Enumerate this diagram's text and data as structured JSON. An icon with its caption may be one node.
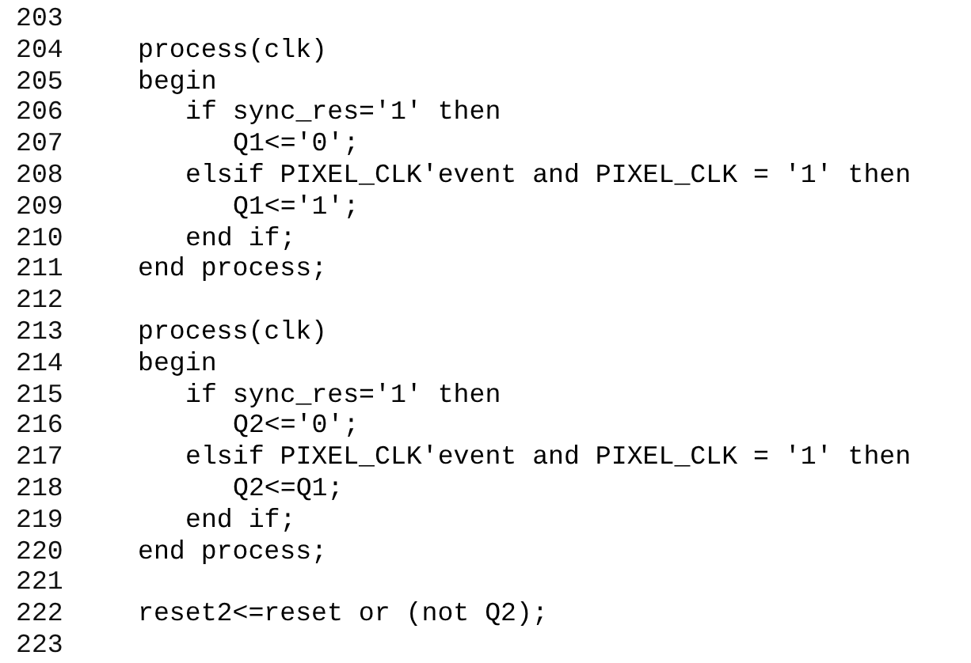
{
  "diagram": {
    "labels": [
      "203",
      "204",
      "process(clk)",
      "205",
      "begin",
      "206",
      "if sync_res='1' then",
      "207",
      "Q1<='0';",
      "208",
      "elsif PIXEL_CLK'event and PIXEL_CLK = '1' then",
      "209",
      "Q1<='1';",
      "210",
      "end if;",
      "211",
      "end process;",
      "212",
      "213",
      "process(clk)",
      "214",
      "begin",
      "215",
      "if sync_res='1' then",
      "216",
      "Q2<='0';",
      "217",
      "elsif PIXEL_CLK'event and PIXEL_CLK = '1' then",
      "218",
      "Q2<=Q1;",
      "219",
      "end if;",
      "220",
      "end process;",
      "221",
      "222",
      "reset2<=reset or (not Q2);",
      "223"
    ]
  }
}
